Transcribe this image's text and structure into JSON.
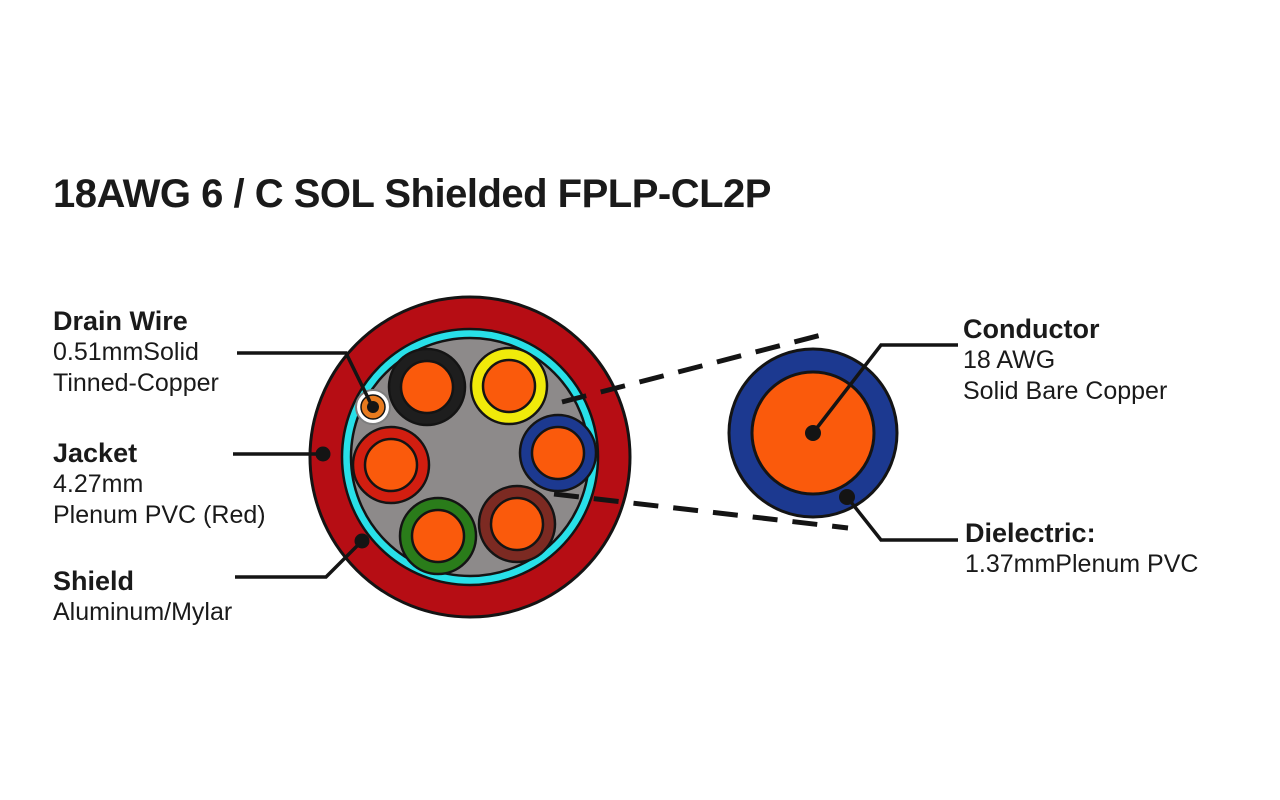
{
  "title": "18AWG 6 / C SOL Shielded FPLP-CL2P",
  "labels": {
    "drain_wire": {
      "heading": "Drain Wire",
      "line1": "0.51mmSolid",
      "line2": "Tinned-Copper"
    },
    "jacket": {
      "heading": "Jacket",
      "line1": "4.27mm",
      "line2": "Plenum PVC (Red)"
    },
    "shield": {
      "heading": "Shield",
      "line1": "Aluminum/Mylar"
    },
    "conductor": {
      "heading": "Conductor",
      "line1": "18 AWG",
      "line2": "Solid Bare Copper"
    },
    "dielectric": {
      "heading": "Dielectric:",
      "line1": "1.37mmPlenum PVC"
    }
  },
  "colors": {
    "jacket_red": "#B60D14",
    "shield_cyan": "#28E0E8",
    "filler_gray": "#8D8A8A",
    "conductor_orange": "#FA5A0C",
    "insulation_black": "#1E1E1E",
    "insulation_yellow": "#F0EA0A",
    "insulation_blue": "#1C3990",
    "insulation_brown": "#7C2A22",
    "insulation_green": "#2A7C1A",
    "insulation_red": "#D21E10",
    "drain_white": "#FFFFFF",
    "drain_orange": "#E87A1E",
    "line_black": "#141414"
  },
  "conductors": [
    {
      "position": "top-left",
      "insulation": "black",
      "core": "orange"
    },
    {
      "position": "top-right",
      "insulation": "yellow",
      "core": "orange"
    },
    {
      "position": "right",
      "insulation": "blue",
      "core": "orange"
    },
    {
      "position": "bottom-right",
      "insulation": "brown",
      "core": "orange"
    },
    {
      "position": "bottom-left",
      "insulation": "green",
      "core": "orange"
    },
    {
      "position": "left",
      "insulation": "red",
      "core": "orange"
    }
  ]
}
